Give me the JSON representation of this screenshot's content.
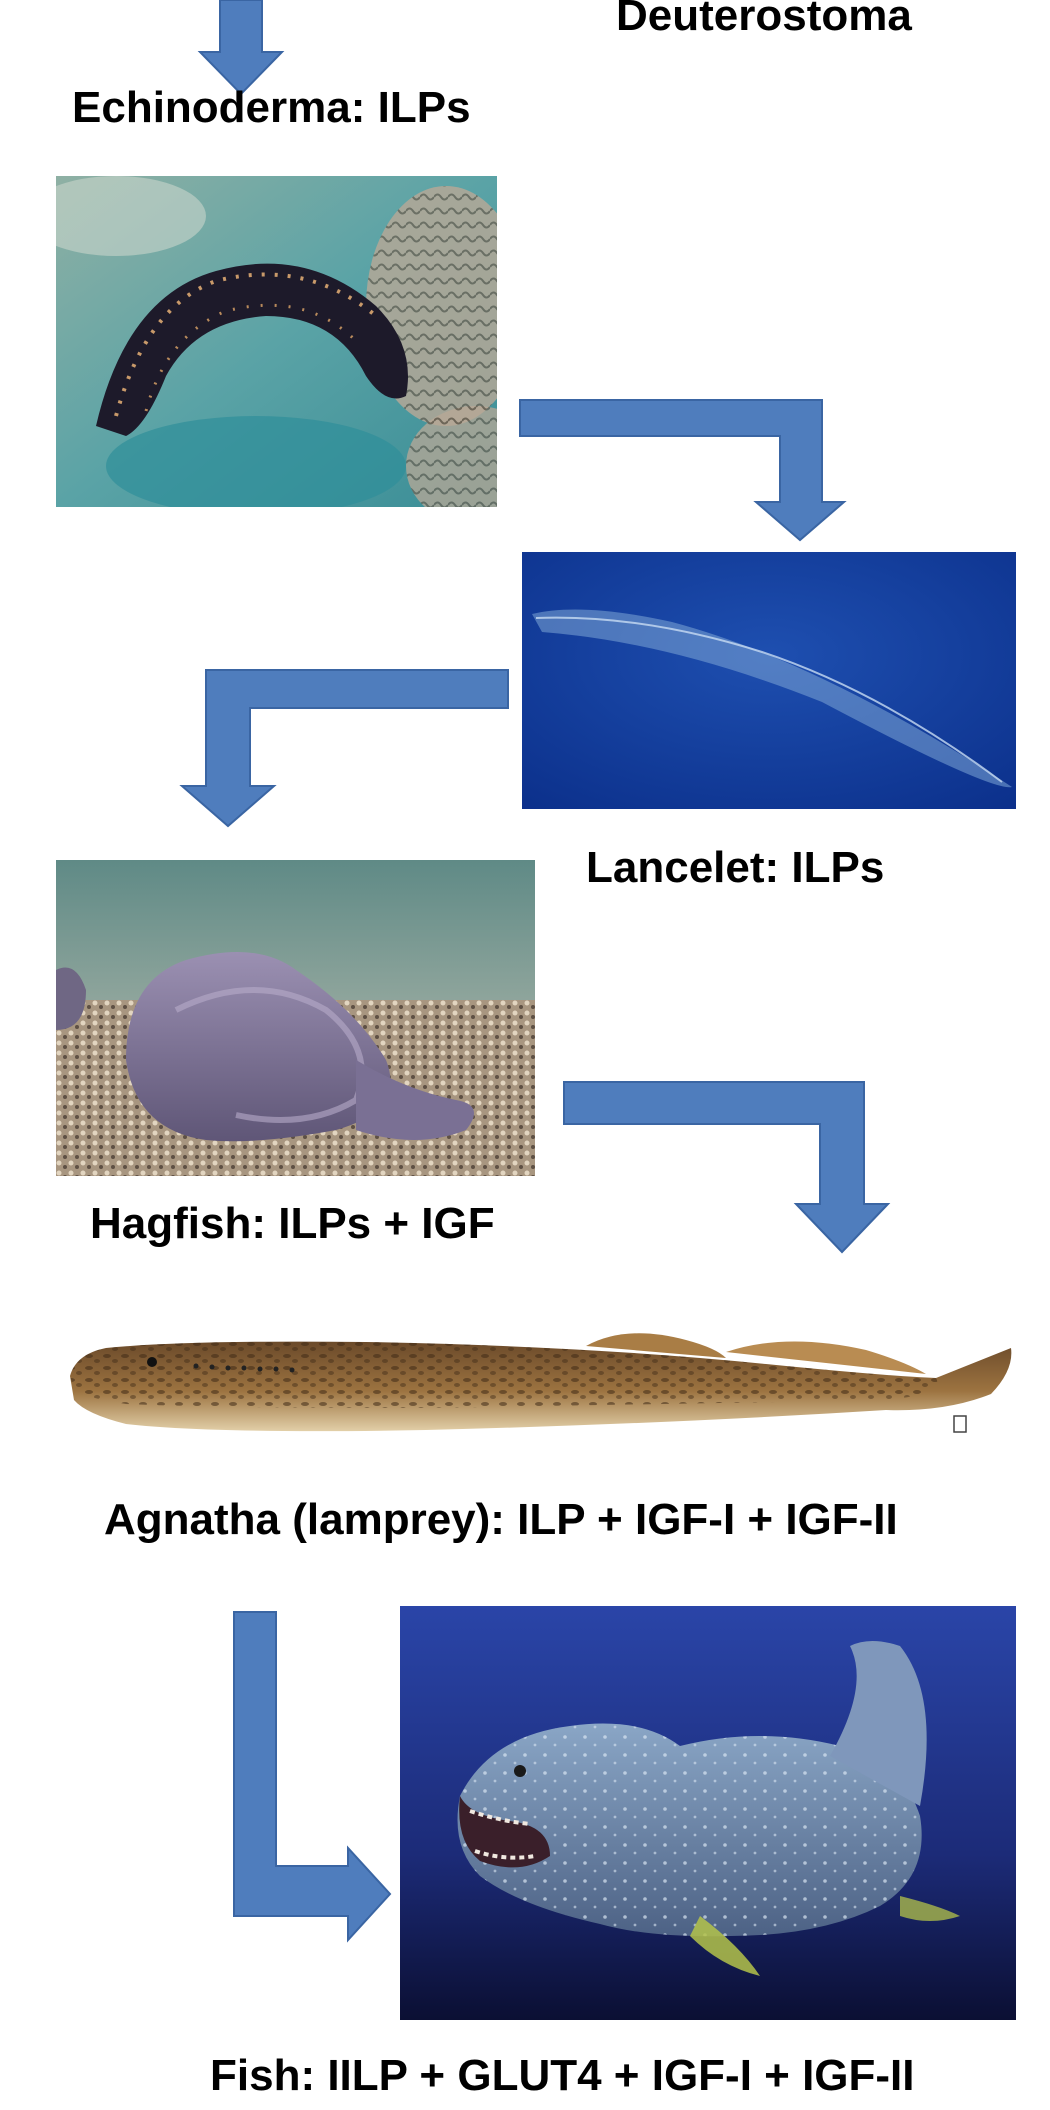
{
  "diagram": {
    "header": "Deuterostoma",
    "stages": [
      {
        "id": "echinoderma",
        "label": "Echinoderma: ILPs",
        "image": "sea-cucumber-photo"
      },
      {
        "id": "lancelet",
        "label": "Lancelet: ILPs",
        "image": "lancelet-photo"
      },
      {
        "id": "hagfish",
        "label": "Hagfish: ILPs + IGF",
        "image": "hagfish-photo"
      },
      {
        "id": "agnatha",
        "label": "Agnatha (lamprey): ILP + IGF-I + IGF-II",
        "image": "lamprey-illustration"
      },
      {
        "id": "fish",
        "label": "Fish: IILP + GLUT4 + IGF-I + IGF-II",
        "image": "placoderm-fish-illustration"
      }
    ],
    "colors": {
      "arrow": "#4f7dbd",
      "arrow_stroke": "#3a65a3",
      "frame": "#4a73b3"
    }
  }
}
